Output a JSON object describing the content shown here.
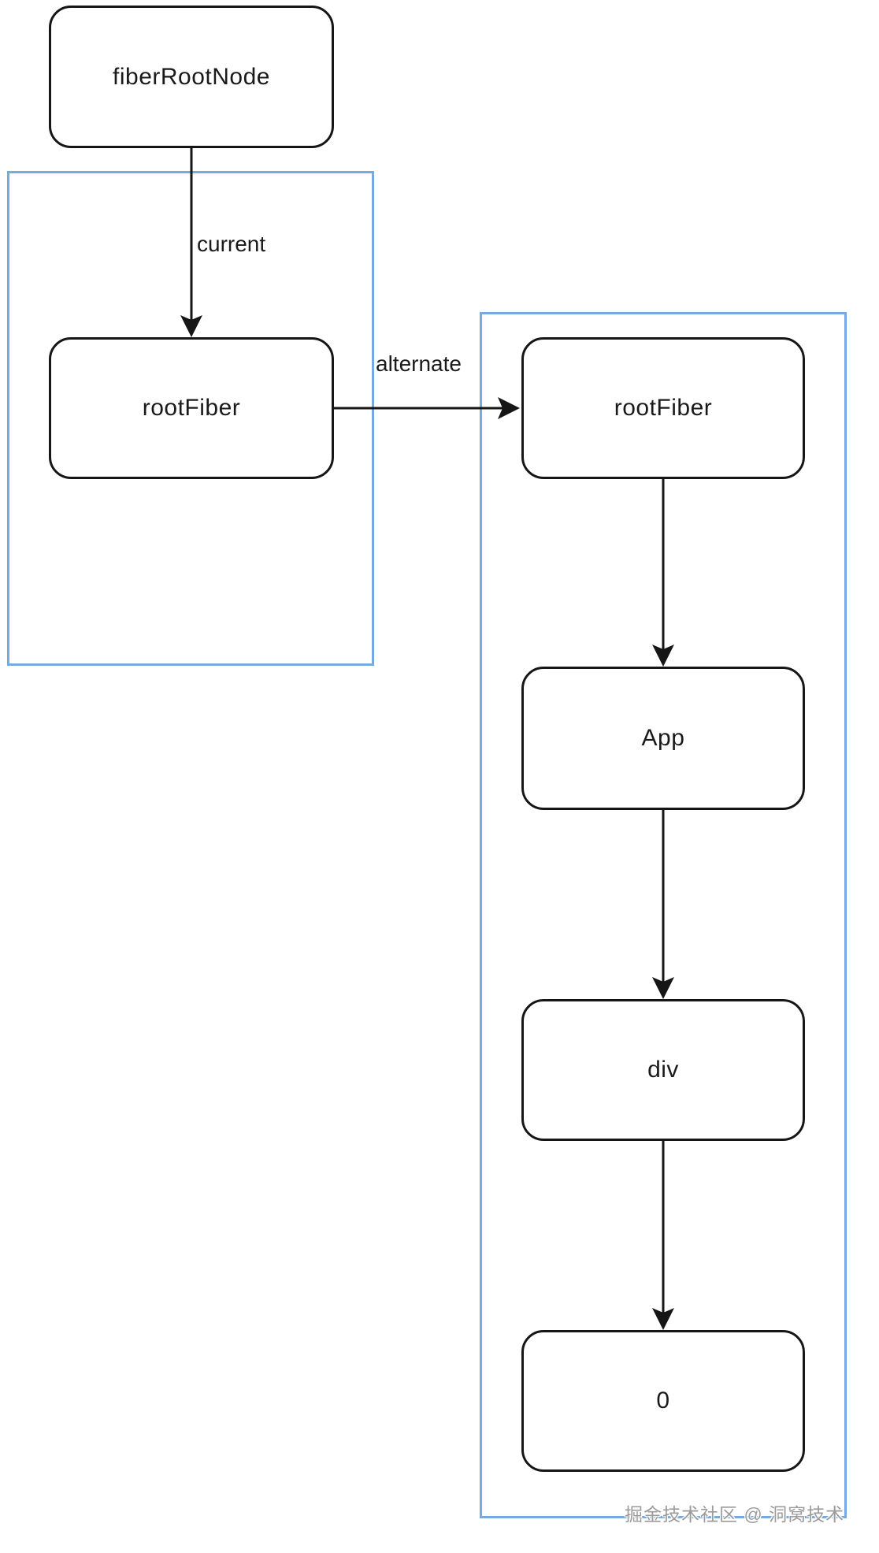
{
  "diagram": {
    "nodes": [
      {
        "id": "fiber-root-node",
        "label": "fiberRootNode"
      },
      {
        "id": "root-fiber-current",
        "label": "rootFiber"
      },
      {
        "id": "root-fiber-alternate",
        "label": "rootFiber"
      },
      {
        "id": "app",
        "label": "App"
      },
      {
        "id": "div",
        "label": "div"
      },
      {
        "id": "zero",
        "label": "0"
      }
    ],
    "edges": [
      {
        "id": "current-edge",
        "label": "current"
      },
      {
        "id": "alternate-edge",
        "label": "alternate"
      }
    ],
    "watermark": "掘金技术社区 @ 洞窝技术",
    "colors": {
      "container_border": "#77abdf",
      "node_border": "#161616",
      "arrow": "#161616",
      "text": "#1a1a1a",
      "watermark": "#9b9b9b",
      "background": "#ffffff"
    }
  }
}
